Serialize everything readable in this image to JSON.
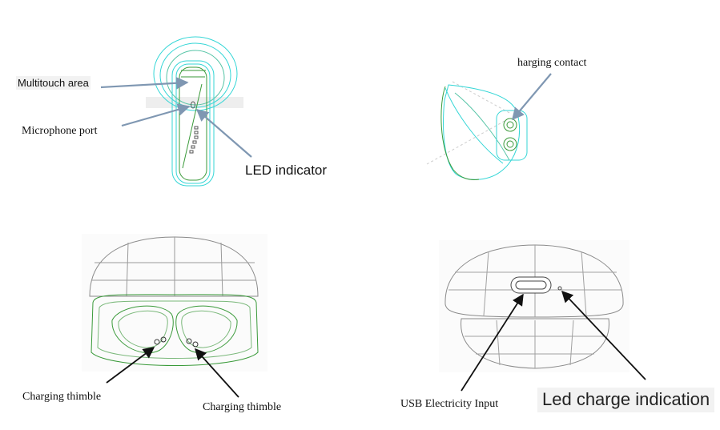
{
  "labels": {
    "multitouch": "Multitouch area",
    "microphone": "Microphone port",
    "led_indicator": "LED indicator",
    "charging_contact": "harging contact",
    "thimble_left": "Charging thimble",
    "thimble_right": "Charging thimble",
    "usb_input": "USB Electricity Input",
    "led_charge": "Led charge indication"
  },
  "colors": {
    "arrow_blue": "#7f97b2",
    "arrow_black": "#111111",
    "outline_cyan": "#34d6d6",
    "outline_green": "#3a9a3a",
    "outline_gray": "#8a8a8a"
  }
}
